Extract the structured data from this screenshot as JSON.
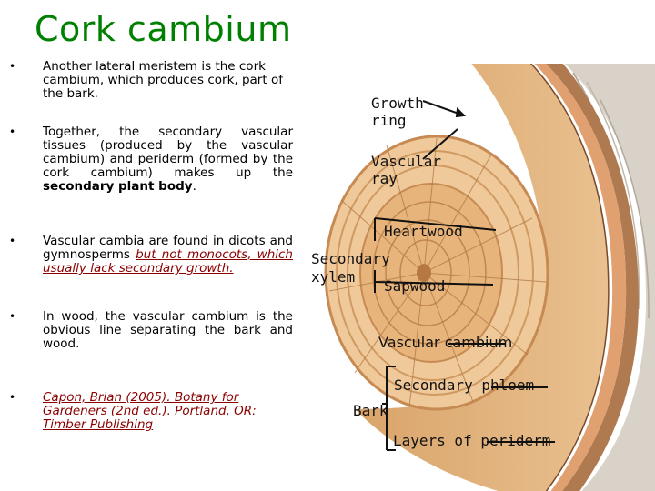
{
  "title": "Cork cambium",
  "bullets": {
    "b1": "Another lateral meristem is the cork cambium, which produces cork, part of the bark.",
    "b2_plain": "Together, the secondary vascular tissues (produced by the vascular cambium) and periderm (formed by the cork cambium) makes up the ",
    "b2_bold": "secondary plant body",
    "b2_end": ".",
    "b3_plain": "Vascular cambia are found in dicots and gymnosperms ",
    "b3_link": "but not monocots, which usually lack secondary growth.",
    "b4": "In wood, the vascular cambium is the obvious line separating the bark and wood.",
    "b5_link": "Capon, Brian (2005). Botany for Gardeners (2nd ed.). Portland, OR: Timber Publishing"
  },
  "labels": {
    "growth_ring": "Growth ring",
    "vascular_ray": "Vascular ray",
    "heartwood": "Heartwood",
    "secondary_xylem": "Secondary xylem",
    "sapwood": "Sapwood",
    "vascular_cambium": "Vascular cambium",
    "secondary_phloem": "Secondary phloem",
    "bark": "Bark",
    "layers_of_periderm": "Layers of periderm"
  },
  "colors": {
    "title": "#008000",
    "link": "#8b0000"
  }
}
